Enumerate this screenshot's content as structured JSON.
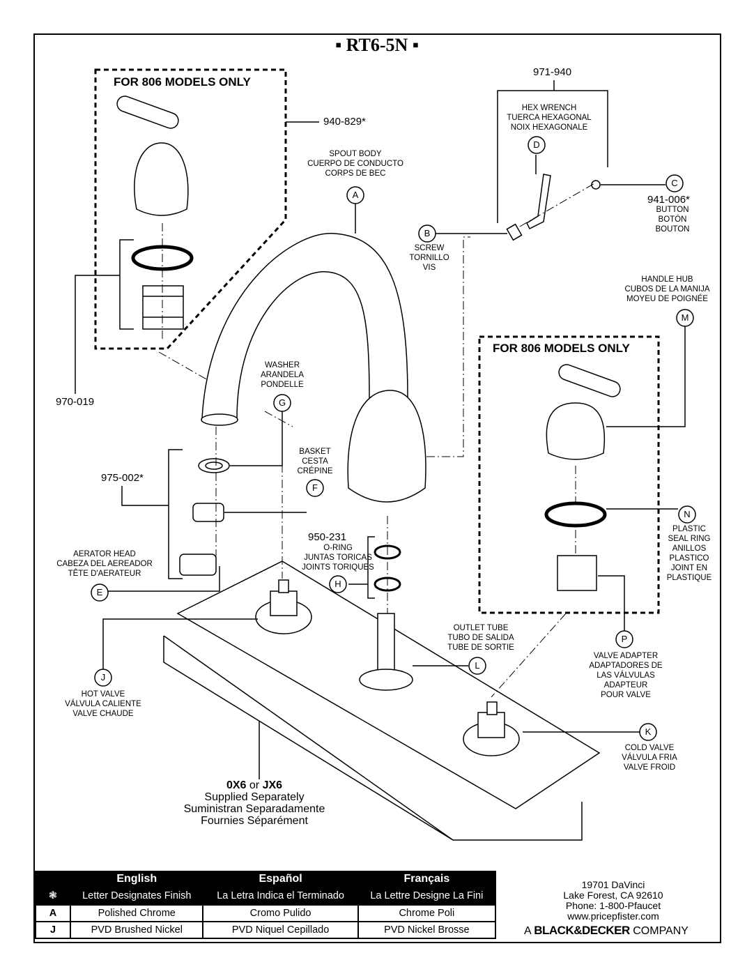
{
  "title": "▪ RT6-5N ▪",
  "boxes": {
    "top_left": "FOR 806 MODELS ONLY",
    "right": "FOR 806 MODELS ONLY"
  },
  "part_numbers": {
    "handle_kit": "940-829*",
    "hex_kit": "971-940",
    "button": "941-006*",
    "valve_adapter_kit": "970-019",
    "aerator_kit": "975-002*",
    "oring_kit": "950-231"
  },
  "callouts": {
    "A": {
      "letter": "A",
      "lines": [
        "SPOUT BODY",
        "CUERPO DE CONDUCTO",
        "CORPS DE BEC"
      ]
    },
    "B": {
      "letter": "B",
      "lines": [
        "SCREW",
        "TORNILLO",
        "VIS"
      ]
    },
    "C": {
      "letter": "C",
      "lines": [
        "BUTTON",
        "BOTÓN",
        "BOUTON"
      ]
    },
    "D": {
      "letter": "D",
      "lines": [
        "HEX WRENCH",
        "TUERCA HEXAGONAL",
        "NOIX HEXAGONALE"
      ]
    },
    "E": {
      "letter": "E",
      "lines": [
        "AERATOR HEAD",
        "CABEZA DEL AEREADOR",
        "TÊTE D'AERATEUR"
      ]
    },
    "F": {
      "letter": "F",
      "lines": [
        "BASKET",
        "CESTA",
        "CRÉPINE"
      ]
    },
    "G": {
      "letter": "G",
      "lines": [
        "WASHER",
        "ARANDELA",
        "PONDELLE"
      ]
    },
    "H": {
      "letter": "H",
      "lines": [
        "O-RING",
        "JUNTAS TORICAS",
        "JOINTS TORIQUES"
      ]
    },
    "J": {
      "letter": "J",
      "lines": [
        "HOT VALVE",
        "VÁLVULA CALIENTE",
        "VALVE CHAUDE"
      ]
    },
    "K": {
      "letter": "K",
      "lines": [
        "COLD VALVE",
        "VÁLVULA FRIA",
        "VALVE FROID"
      ]
    },
    "L": {
      "letter": "L",
      "lines": [
        "OUTLET TUBE",
        "TUBO DE SALIDA",
        "TUBE DE SORTIE"
      ]
    },
    "M": {
      "letter": "M",
      "lines": [
        "HANDLE HUB",
        "CUBOS DE LA MANIJA",
        "MOYEU DE POIGNÉE"
      ]
    },
    "N": {
      "letter": "N",
      "lines": [
        "PLASTIC",
        "SEAL RING",
        "ANILLOS",
        "PLASTICO",
        "JOINT EN",
        "PLASTIQUE"
      ]
    },
    "P": {
      "letter": "P",
      "lines": [
        "VALVE ADAPTER",
        "ADAPTADORES DE",
        "LAS VÁLVULAS",
        "ADAPTEUR",
        "POUR VALVE"
      ]
    }
  },
  "deck": {
    "model_a": "0X6",
    "or": " or ",
    "model_b": "JX6",
    "lines": [
      "Supplied Separately",
      "Suministran Separadamente",
      "Fournies Séparément"
    ]
  },
  "finish_table": {
    "headers": [
      "",
      "English",
      "Español",
      "Français"
    ],
    "sub": [
      "❃",
      "Letter Designates Finish",
      "La Letra Indica el Terminado",
      "La Lettre Designe La Fini"
    ],
    "rows": [
      [
        "A",
        "Polished Chrome",
        "Cromo Pulido",
        "Chrome Poli"
      ],
      [
        "J",
        "PVD Brushed Nickel",
        "PVD Niquel Cepillado",
        "PVD Nickel Brosse"
      ]
    ]
  },
  "company": {
    "address_lines": [
      "19701 DaVinci",
      "Lake Forest, CA 92610",
      "Phone: 1-800-Pfaucet",
      "www.pricepfister.com"
    ],
    "prefix": "A ",
    "brand": "BLACK&DECKER",
    "suffix": " COMPANY"
  }
}
